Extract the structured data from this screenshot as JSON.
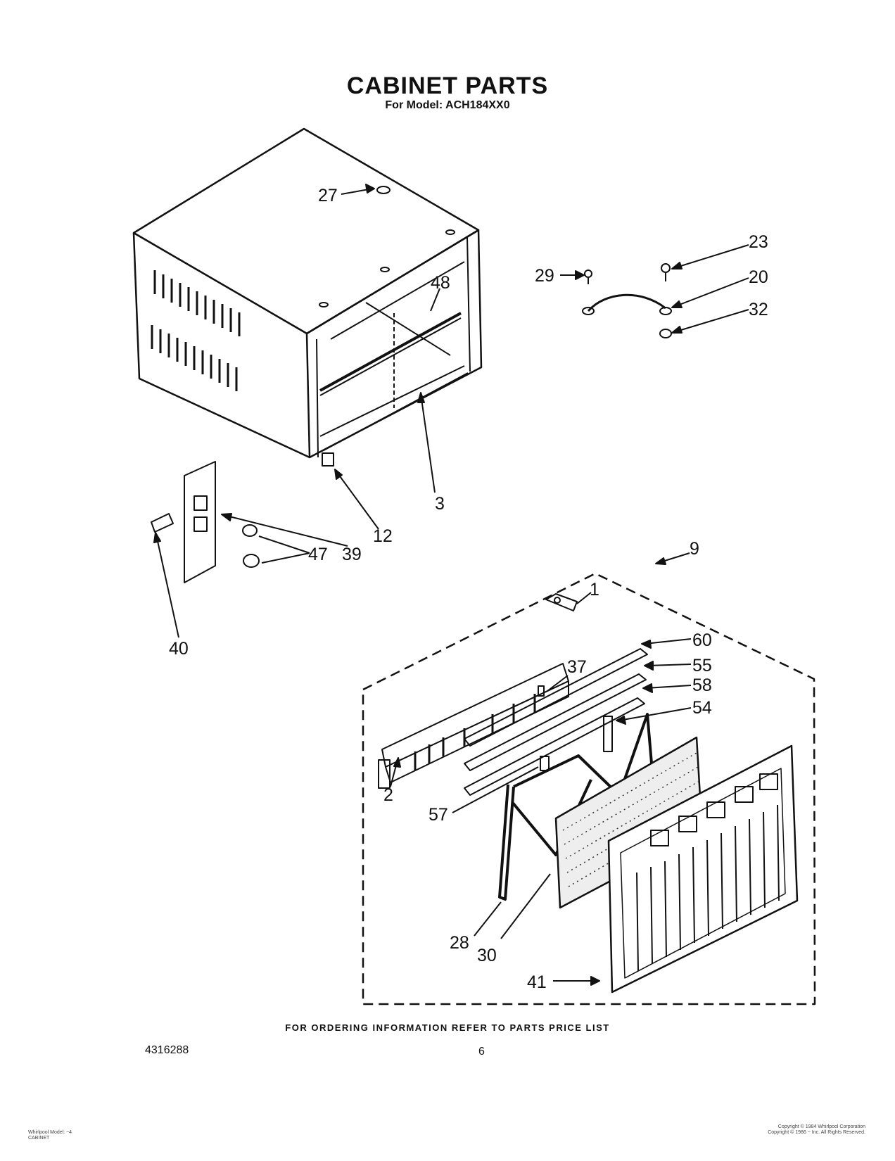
{
  "title": "CABINET PARTS",
  "subtitle": "For Model: ACH184XX0",
  "footer_note": "FOR ORDERING INFORMATION REFER TO PARTS PRICE LIST",
  "document_number": "4316288",
  "page_number": "6",
  "fine_print_left": [
    "Whirlpool Model: ~4",
    "CABINET"
  ],
  "fine_print_right": [
    "Copyright © 1984 Whirlpool Corporation",
    "Copyright © 1986 ~ Inc. All Rights Reserved."
  ],
  "callouts": [
    "27",
    "48",
    "3",
    "12",
    "39",
    "47",
    "40",
    "29",
    "23",
    "20",
    "32",
    "9",
    "1",
    "60",
    "55",
    "58",
    "37",
    "54",
    "2",
    "57",
    "28",
    "30",
    "41"
  ],
  "colors": {
    "ink": "#111111",
    "paper": "#ffffff"
  }
}
